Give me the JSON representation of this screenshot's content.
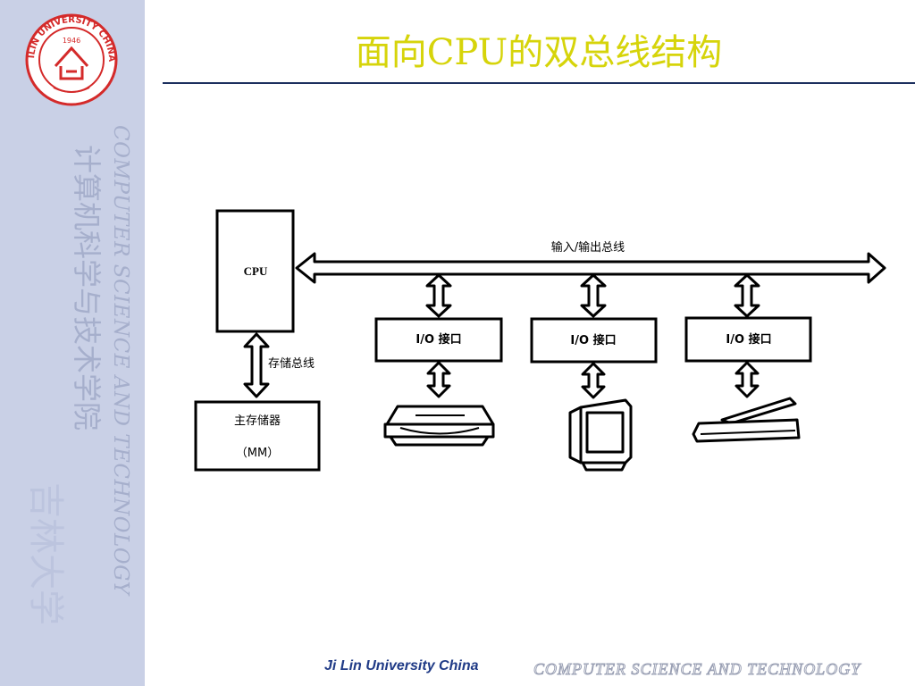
{
  "slide": {
    "title": "面向CPU的双总线结构",
    "sidebar_cn_line1": "计算机科学与技术学院",
    "sidebar_cn_line2": "吉林大学",
    "sidebar_en": "COMPUTER SCIENCE AND TECHNOLOGY",
    "footer_left": "Ji Lin University China",
    "footer_right": "COMPUTER   SCIENCE  AND  TECHNOLOGY",
    "logo": {
      "outer_text": "JILIN UNIVERSITY CHINA",
      "year": "1946"
    }
  },
  "diagram": {
    "cpu_label": "CPU",
    "memory_bus_label": "存储总线",
    "main_memory_label": "主存储器",
    "main_memory_sub": "（MM）",
    "io_bus_label": "输入/输出总线",
    "io_interfaces": [
      {
        "label": "I/O 接口",
        "device": "disk-drive"
      },
      {
        "label": "I/O 接口",
        "device": "monitor"
      },
      {
        "label": "I/O 接口",
        "device": "scanner"
      }
    ]
  },
  "colors": {
    "title": "#d6d40a",
    "sidebar": "#c9d0e6",
    "logo_red": "#d42a2a",
    "rule": "#1c2f5e",
    "footer_blue": "#1f3a86"
  }
}
